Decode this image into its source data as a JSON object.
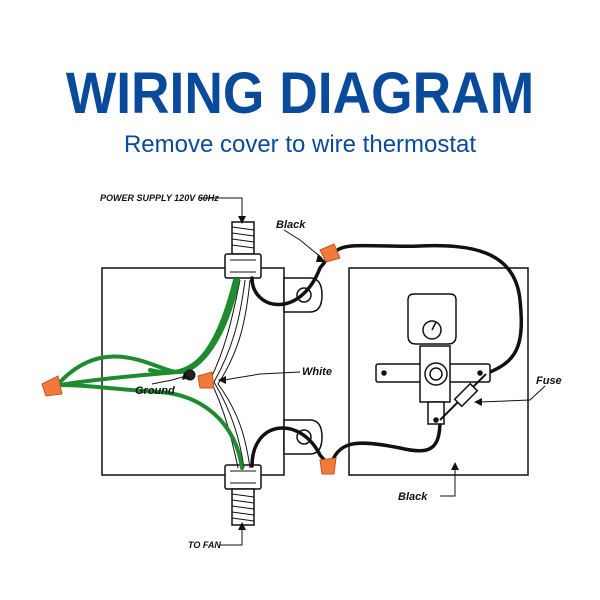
{
  "header": {
    "title": "WIRING DIAGRAM",
    "subtitle": "Remove cover to wire thermostat"
  },
  "labels": {
    "power_supply": "POWER SUPPLY 120V 60Hz",
    "black_top": "Black",
    "white": "White",
    "ground": "Ground",
    "fuse": "Fuse",
    "black_bottom": "Black",
    "to_fan": "TO FAN"
  },
  "colors": {
    "title": "#0a4a9a",
    "ground_wire": "#1e8c2e",
    "wire_nut": "#f07a3c",
    "wire": "#111111"
  }
}
